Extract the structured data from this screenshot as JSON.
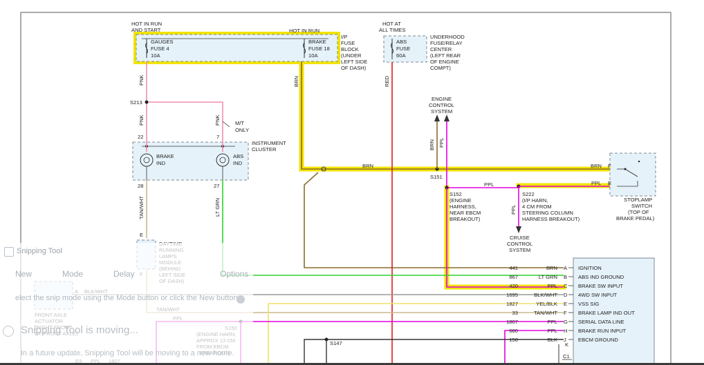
{
  "diagram": {
    "supply": {
      "hot_run_start": "HOT IN RUN",
      "hot_run_start_2": "AND START",
      "hot_run": "HOT IN RUN",
      "hot_all_1": "HOT AT",
      "hot_all_2": "ALL TIMES"
    },
    "fuses": {
      "gauges_1": "GAUGES",
      "gauges_2": "FUSE 4",
      "gauges_3": "10A",
      "brake_1": "BRAKE",
      "brake_2": "FUSE 18",
      "brake_3": "10A",
      "abs_1": "ABS",
      "abs_2": "FUSE",
      "abs_3": "60A",
      "block_lines": [
        "I/P",
        "FUSE",
        "BLOCK",
        "(UNDER",
        "LEFT SIDE",
        "OF DASH)"
      ],
      "underhood_lines": [
        "UNDERHOOD",
        "FUSE/RELAY",
        "CENTER",
        "(LEFT REAR",
        "OF ENGINE",
        "COMPT)"
      ]
    },
    "wire_colors": {
      "pnk": "PNK",
      "brn": "BRN",
      "red": "RED",
      "ppl": "PPL",
      "tan_wht": "TAN/WHT",
      "lt_grn": "LT GRN",
      "blk_wht": "BLK/WHT",
      "yel_blk": "YEL/BLK",
      "blk": "BLK"
    },
    "splices": {
      "s213": "S213",
      "s151": "S151",
      "s152_lines": [
        "S152",
        "(ENGINE",
        "HARNESS,",
        "NEAR EBCM",
        "BREAKOUT)"
      ],
      "s222_lines": [
        "S222",
        "(I/P HARN,",
        "4 CM FROM",
        "STEERING COLUMN",
        "HARNESS BREAKOUT)"
      ],
      "s150_lines": [
        "S150",
        "(ENGINE HARN,",
        "APPROX 13 CM",
        "FROM EBCM",
        "BREAKOUT)"
      ],
      "s147": "S147"
    },
    "cluster": {
      "brake_ind_1": "BRAKE",
      "brake_ind_2": "IND",
      "abs_ind_1": "ABS",
      "abs_ind_2": "IND",
      "label_1": "INSTRUMENT",
      "label_2": "CLUSTER",
      "pin_22": "22",
      "pin_7": "7",
      "pin_28": "28",
      "pin_27": "27",
      "mt_1": "M/T",
      "mt_2": "ONLY"
    },
    "drl": {
      "pin_e": "E",
      "pin_f": "F",
      "lines": [
        "DAYTIME",
        "RUNNING",
        "LAMPS",
        "MODULE",
        "(BEHIND",
        "LEFT SIDE",
        "OF DASH)"
      ]
    },
    "ecs": {
      "lines": [
        "ENGINE",
        "CONTROL",
        "SYSTEM"
      ]
    },
    "cruise": {
      "lines": [
        "CRUISE",
        "CONTROL",
        "SYSTEM"
      ]
    },
    "stoplamp": {
      "pin_f": "F",
      "pin_e": "E",
      "lines": [
        "STOPLAMP",
        "SWITCH",
        "(TOP OF",
        "BRAKE PEDAL)"
      ]
    },
    "axle": {
      "pin_a": "A",
      "wire": "BLK/WHT",
      "lines": [
        "FRONT AXLE",
        "ACTUATOR",
        "(RIGHT FRONT",
        "OF FRONT AXLE)"
      ]
    },
    "ebcm_rows": [
      {
        "circuit": "441",
        "color": "BRN",
        "pin": "A",
        "name": "IGNITION"
      },
      {
        "circuit": "867",
        "color": "LT GRN",
        "pin": "B",
        "name": "ABS IND GROUND"
      },
      {
        "circuit": "420",
        "color": "PPL",
        "pin": "C",
        "name": "BRAKE SW INPUT"
      },
      {
        "circuit": "1695",
        "color": "BLK/WHT",
        "pin": "D",
        "name": "4WD SW INPUT"
      },
      {
        "circuit": "1827",
        "color": "YEL/BLK",
        "pin": "E",
        "name": "VSS SIG"
      },
      {
        "circuit": "33",
        "color": "TAN/WHT",
        "pin": "F",
        "name": "BRAKE LAMP IND OUT"
      },
      {
        "circuit": "1807",
        "color": "PPL",
        "pin": "G",
        "name": "SERIAL DATA LINE"
      },
      {
        "circuit": "680",
        "color": "PPL",
        "pin": "H",
        "name": "BRAKE RUN INPUT"
      },
      {
        "circuit": "150",
        "color": "BLK",
        "pin": "J",
        "name": "EBCM GROUND"
      }
    ],
    "ebcm_extra_pins": [
      "K",
      "C1"
    ],
    "bottom": {
      "pin_e9": "E9",
      "ppl": "PPL",
      "circuit": "1807"
    }
  },
  "overlay": {
    "title": "Snipping Tool",
    "new_label": "New",
    "mode_label": "Mode",
    "delay_label": "Delay",
    "options_label": "Options",
    "info": "elect the snip mode using the Mode button or click the New button.",
    "moving": "Snipping Tool is moving...",
    "tail": "In a future update, Snipping Tool will be moving to a new home."
  },
  "colors": {
    "wire_pink": "#f08fb0",
    "wire_brown": "#8a6a2a",
    "wire_red": "#e01b1b",
    "wire_purple": "#e000e0",
    "wire_green": "#2fd12f",
    "wire_tan": "#c8b98a",
    "highlight": "#f2e400",
    "box_fill": "#e6f2fa"
  }
}
